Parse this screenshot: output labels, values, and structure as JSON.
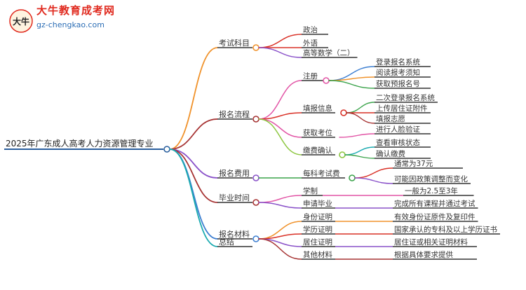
{
  "brand": {
    "name": "大牛教育成考网",
    "url": "gz-chengkao.com",
    "logo_glyph": "大牛"
  },
  "colors": {
    "orange": "#f0922b",
    "maroon": "#a63232",
    "red": "#d93026",
    "purple": "#8a52c9",
    "green": "#3aa34a",
    "pink": "#e255a6",
    "blue": "#3d7fd1",
    "teal": "#1aaab0",
    "lime": "#8cc63f",
    "root": "#2a5f9e"
  },
  "mindmap": {
    "root": "2025年广东成人高考人力资源管理专业",
    "branches": [
      {
        "label": "考试科目",
        "children": [
          {
            "label": "政治"
          },
          {
            "label": "外语"
          },
          {
            "label": "高等数学（二）"
          }
        ]
      },
      {
        "label": "报名流程",
        "children": [
          {
            "label": "注册",
            "children": [
              "登录报名系统",
              "阅读报考须知",
              "获取预报名号"
            ]
          },
          {
            "label": "填报信息",
            "children": [
              "二次登录报名系统",
              "上传居住证附件",
              "填报志愿"
            ]
          },
          {
            "label": "获取考位",
            "children": [
              "进行人脸验证"
            ]
          },
          {
            "label": "缴费确认",
            "children": [
              "查看审核状态",
              "确认缴费"
            ]
          }
        ]
      },
      {
        "label": "报名费用",
        "children": [
          {
            "label": "每科考试费",
            "children": [
              "通常为37元",
              "可能因政策调整而变化"
            ]
          }
        ]
      },
      {
        "label": "毕业时间",
        "children": [
          {
            "label": "学制",
            "children": [
              "一般为2.5至3年"
            ]
          },
          {
            "label": "申请毕业",
            "children": [
              "完成所有课程并通过考试"
            ]
          }
        ]
      },
      {
        "label": "报名材料",
        "children": [
          {
            "label": "身份证明",
            "children": [
              "有效身份证原件及复印件"
            ]
          },
          {
            "label": "学历证明",
            "children": [
              "国家承认的专科及以上学历证书"
            ]
          },
          {
            "label": "居住证明",
            "children": [
              "居住证或相关证明材料"
            ]
          },
          {
            "label": "其他材料",
            "children": [
              "根据具体要求提供"
            ]
          }
        ]
      },
      {
        "label": "总结",
        "children": []
      }
    ]
  }
}
